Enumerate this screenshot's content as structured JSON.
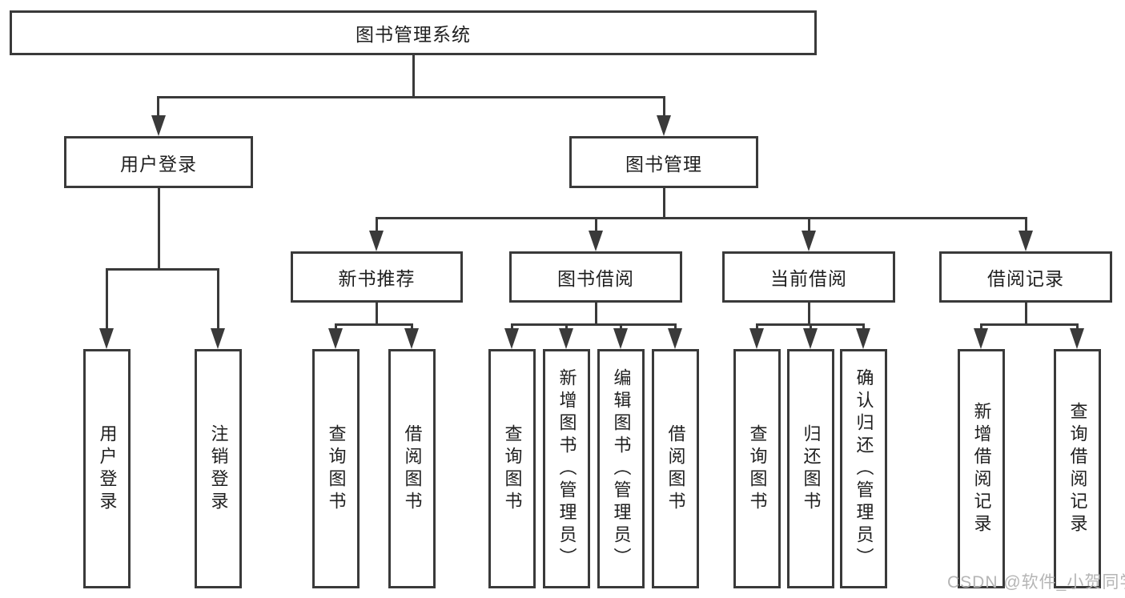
{
  "diagram": {
    "root": {
      "label": "图书管理系统"
    },
    "branches": [
      {
        "label": "用户登录",
        "children": [
          {
            "label": "用户登录"
          },
          {
            "label": "注销登录"
          }
        ]
      },
      {
        "label": "图书管理",
        "children": [
          {
            "label": "新书推荐",
            "children": [
              {
                "label": "查询图书"
              },
              {
                "label": "借阅图书"
              }
            ]
          },
          {
            "label": "图书借阅",
            "children": [
              {
                "label": "查询图书"
              },
              {
                "label": "新增图书（管理员）"
              },
              {
                "label": "编辑图书（管理员）"
              },
              {
                "label": "借阅图书"
              }
            ]
          },
          {
            "label": "当前借阅",
            "children": [
              {
                "label": "查询图书"
              },
              {
                "label": "归还图书"
              },
              {
                "label": "确认归还（管理员）"
              }
            ]
          },
          {
            "label": "借阅记录",
            "children": [
              {
                "label": "新增借阅记录"
              },
              {
                "label": "查询借阅记录"
              }
            ]
          }
        ]
      }
    ]
  },
  "watermark": {
    "text": "CSDN @软件_小贺同学"
  },
  "colors": {
    "line": "#3a3a3a",
    "text": "#1f1f1f",
    "watermark": "#b5b5b5",
    "background": "#ffffff"
  }
}
